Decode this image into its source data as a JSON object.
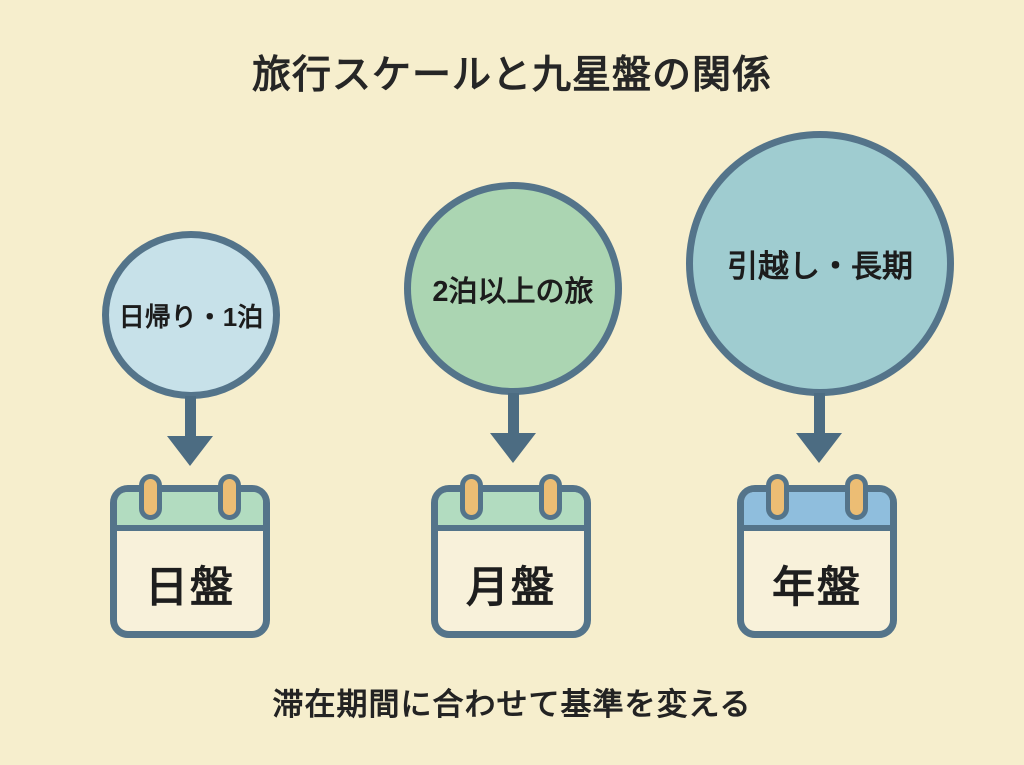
{
  "title": "旅行スケールと九星盤の関係",
  "caption": "滞在期間に合わせて基準を変える",
  "colors": {
    "background": "#f6eecd",
    "outline_slate": "#54748a",
    "arrow": "#4c6c82",
    "calendar_body": "#f8f1da",
    "peg": "#ecbd74",
    "text": "#262626"
  },
  "columns": [
    {
      "id": "day",
      "circle_label": "日帰り・1泊",
      "circle_color": "#c7e1e9",
      "calendar_label": "日盤",
      "calendar_header_color": "#b2dcc0"
    },
    {
      "id": "month",
      "circle_label": "2泊以上の旅",
      "circle_color": "#abd5b2",
      "calendar_label": "月盤",
      "calendar_header_color": "#b2dcc0"
    },
    {
      "id": "year",
      "circle_label": "引越し・長期",
      "circle_color": "#9fccd0",
      "calendar_label": "年盤",
      "calendar_header_color": "#8fbedd"
    }
  ]
}
